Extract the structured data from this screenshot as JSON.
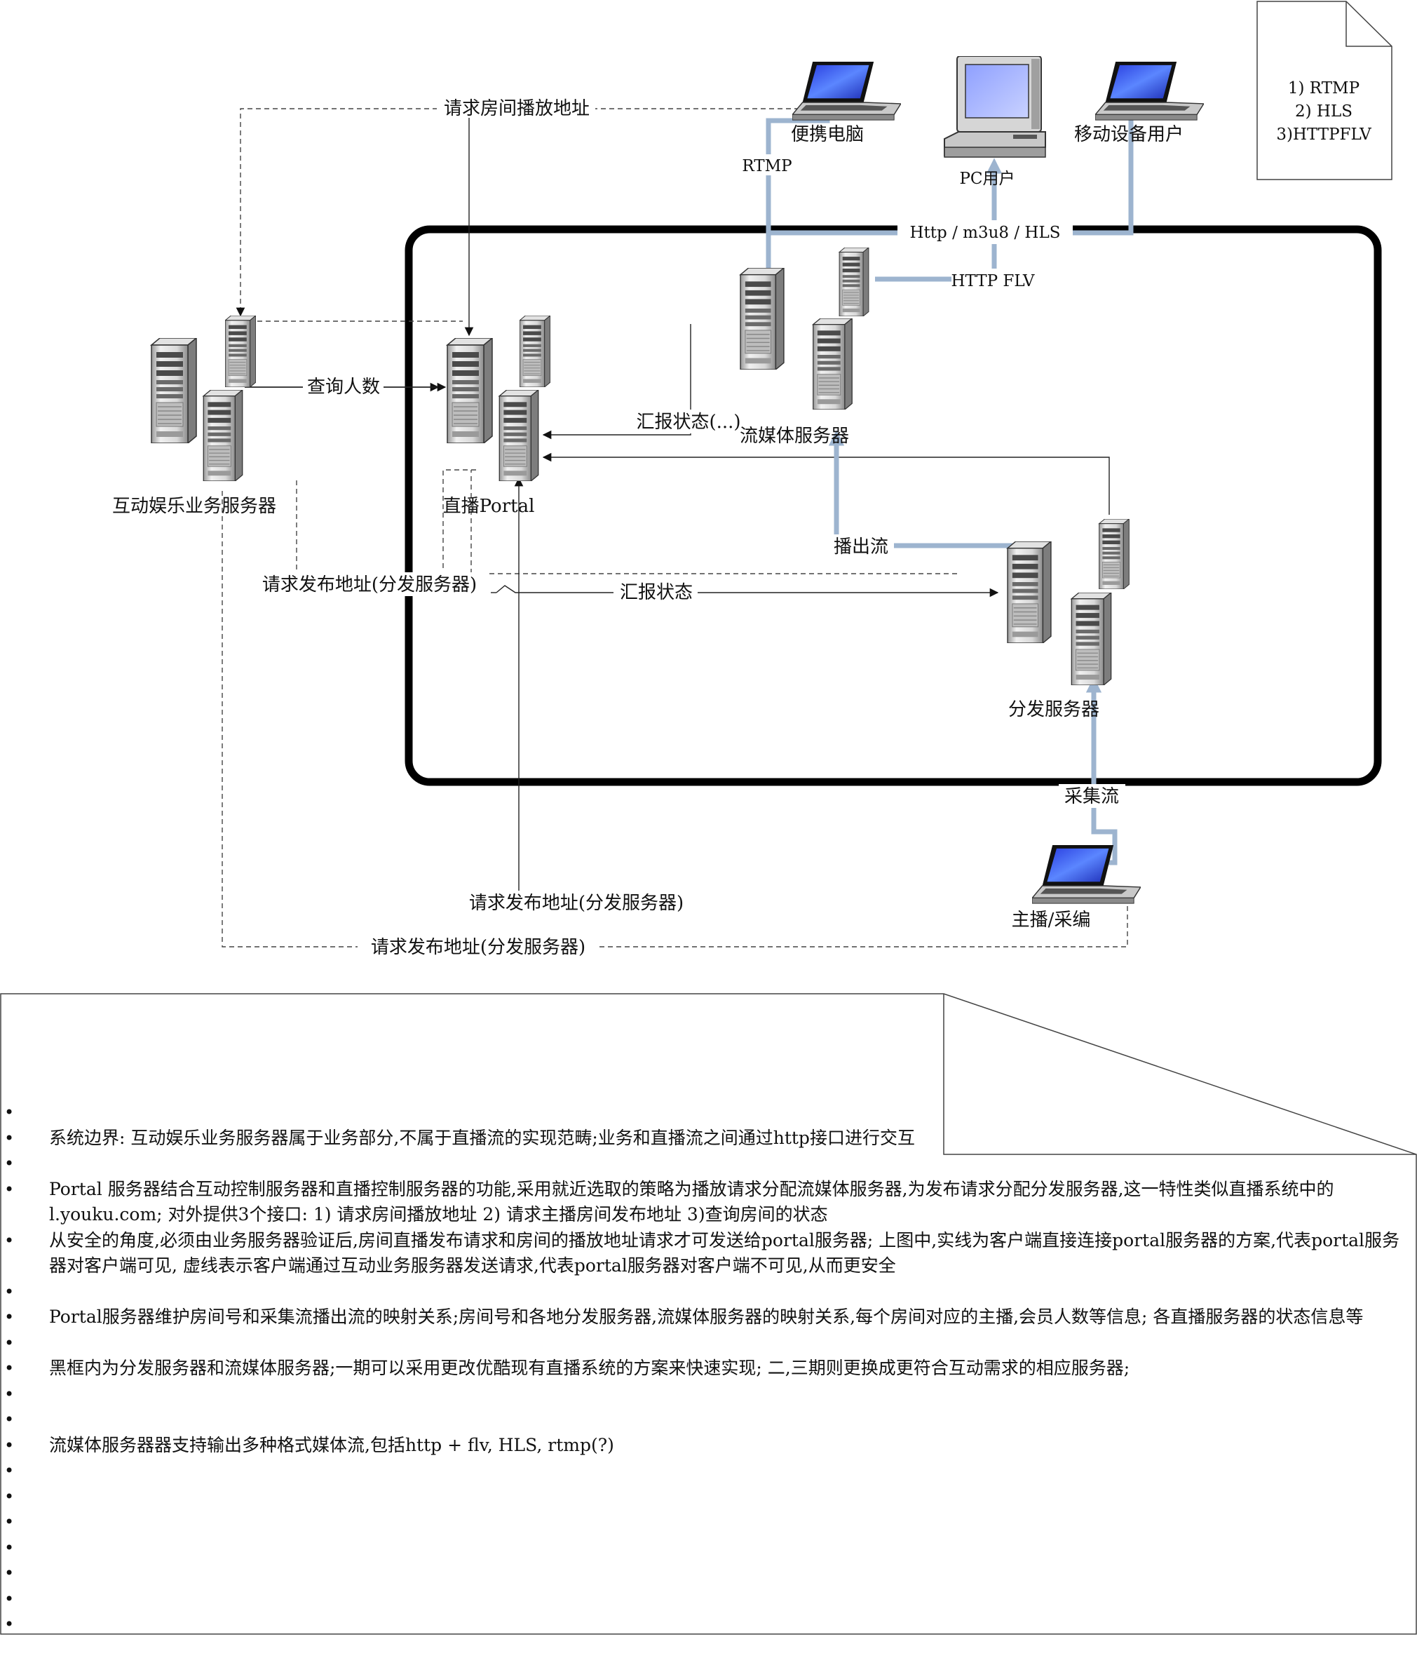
{
  "nodes": {
    "laptop_label": "便携电脑",
    "pc_label": "PC用户",
    "mobile_label": "移动设备用户",
    "entertainment_server_label": "互动娱乐业务服务器",
    "portal_label": "直播Portal",
    "streaming_server_label": "流媒体服务器",
    "distribution_server_label": "分发服务器",
    "anchor_label": "主播/采编"
  },
  "protocol_note": {
    "line1": "1) RTMP",
    "line2": "2)  HLS",
    "line3": "3)HTTPFLV"
  },
  "edges": {
    "request_play_address": "请求房间播放地址",
    "rtmp": "RTMP",
    "http_m3u8_hls": "Http / m3u8 / HLS",
    "http_flv": "HTTP FLV",
    "query_count": "查询人数",
    "report_status_dots": "汇报状态(...)",
    "request_publish_1": "请求发布地址(分发服务器)",
    "report_status": "汇报状态",
    "play_out_stream": "播出流",
    "capture_stream": "采集流",
    "request_publish_2": "请求发布地址(分发服务器)",
    "request_publish_3": "请求发布地址(分发服务器)"
  },
  "notes": [
    "",
    "系统边界: 互动娱乐业务服务器属于业务部分,不属于直播流的实现范畴;业务和直播流之间通过http接口进行交互",
    "",
    "Portal 服务器结合互动控制服务器和直播控制服务器的功能,采用就近选取的策略为播放请求分配流媒体服务器,为发布请求分配分发服务器,这一特性类似直播系统中的l.youku.com; 对外提供3个接口: 1) 请求房间播放地址 2) 请求主播房间发布地址 3)查询房间的状态",
    "从安全的角度,必须由业务服务器验证后,房间直播发布请求和房间的播放地址请求才可发送给portal服务器; 上图中,实线为客户端直接连接portal服务器的方案,代表portal服务器对客户端可见, 虚线表示客户端通过互动业务服务器发送请求,代表portal服务器对客户端不可见,从而更安全",
    "",
    "Portal服务器维护房间号和采集流播出流的映射关系;房间号和各地分发服务器,流媒体服务器的映射关系,每个房间对应的主播,会员人数等信息; 各直播服务器的状态信息等",
    "",
    "黑框内为分发服务器和流媒体服务器;一期可以采用更改优酷现有直播系统的方案来快速实现; 二,三期则更换成更符合互动需求的相应服务器;",
    "",
    "",
    "流媒体服务器器支持输出多种格式媒体流,包括http + flv, HLS, rtmp(?)",
    "",
    "",
    "",
    "",
    "",
    "",
    ""
  ]
}
